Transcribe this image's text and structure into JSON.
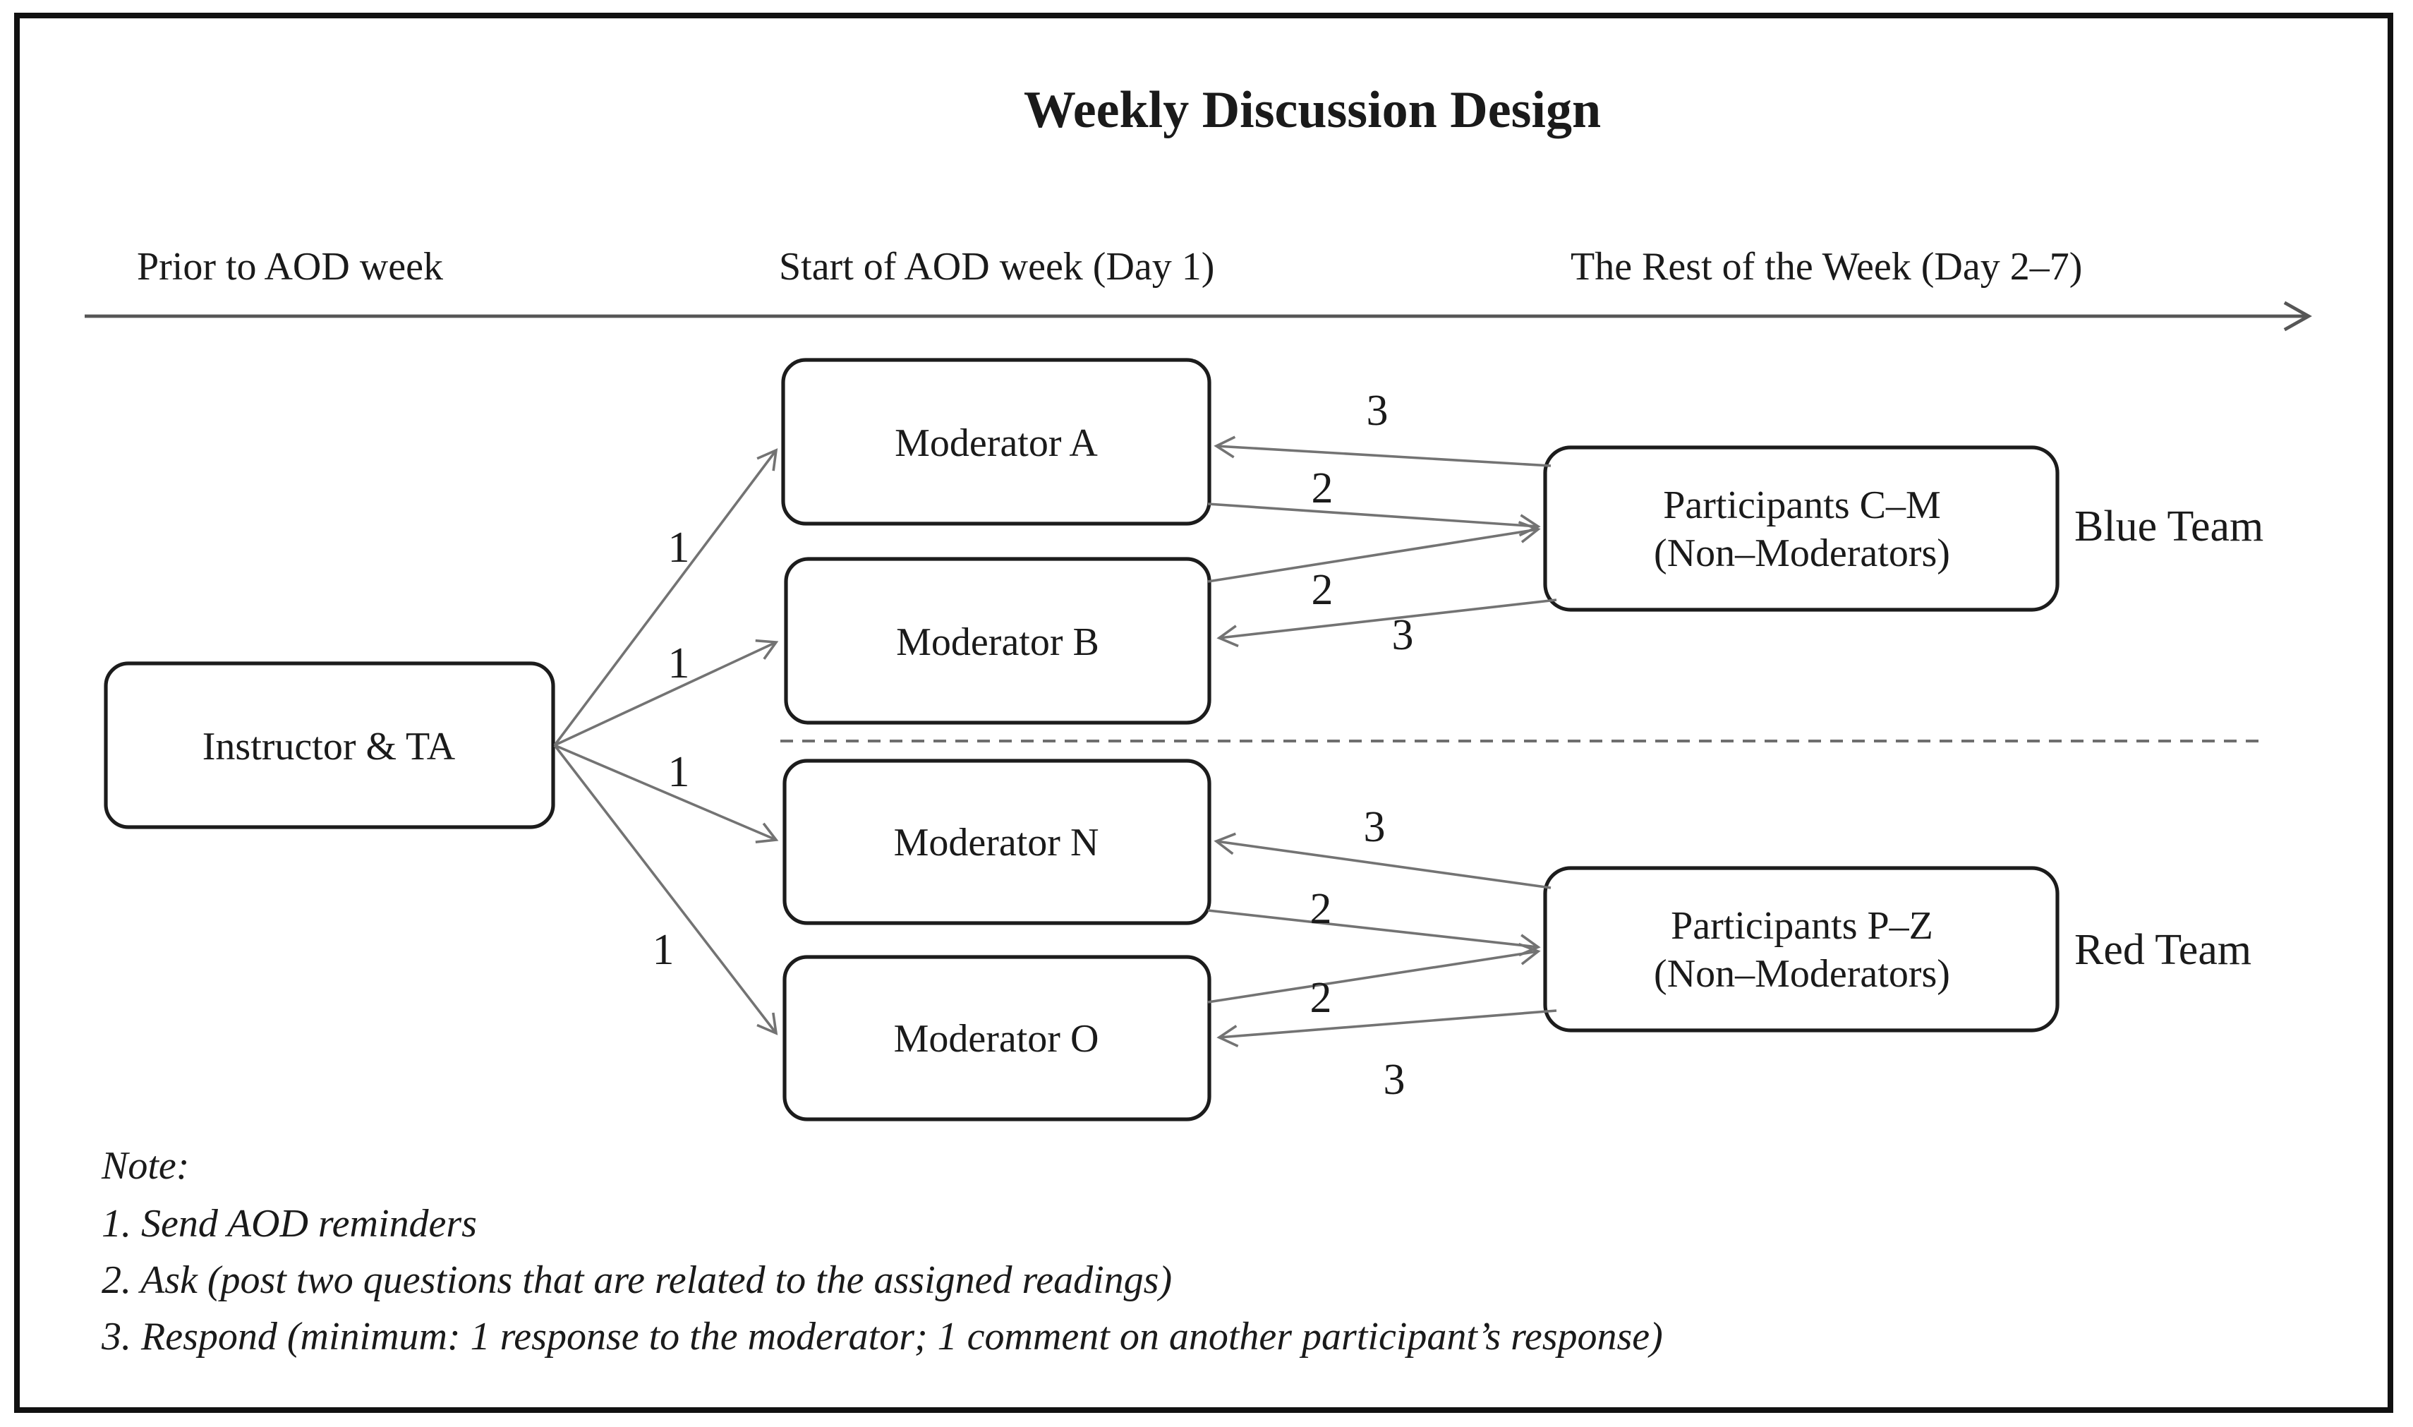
{
  "figure": {
    "title": "Weekly Discussion Design",
    "timeline": {
      "phase_prior": "Prior to AOD week",
      "phase_start": "Start of AOD week (Day 1)",
      "phase_rest": "The Rest of the Week (Day 2–7)"
    },
    "nodes": {
      "instructor": "Instructor & TA",
      "moderator_a": "Moderator A",
      "moderator_b": "Moderator B",
      "moderator_n": "Moderator N",
      "moderator_o": "Moderator O",
      "participants_blue_line1": "Participants C–M",
      "participants_blue_line2": "(Non–Moderators)",
      "participants_red_line1": "Participants P–Z",
      "participants_red_line2": "(Non–Moderators)"
    },
    "teams": {
      "blue": "Blue Team",
      "red": "Red Team"
    },
    "arrow_labels": {
      "one": "1",
      "two": "2",
      "three": "3"
    },
    "note": {
      "heading": "Note:",
      "item1": "1. Send AOD reminders",
      "item2": "2. Ask (post two questions that are related to the assigned readings)",
      "item3": "3. Respond (minimum: 1 response to the moderator; 1 comment on another participant’s response)"
    },
    "colors": {
      "ink": "#1a1a1a",
      "arrow_gray": "#737373",
      "frame_black": "#111111",
      "background": "#ffffff"
    }
  }
}
